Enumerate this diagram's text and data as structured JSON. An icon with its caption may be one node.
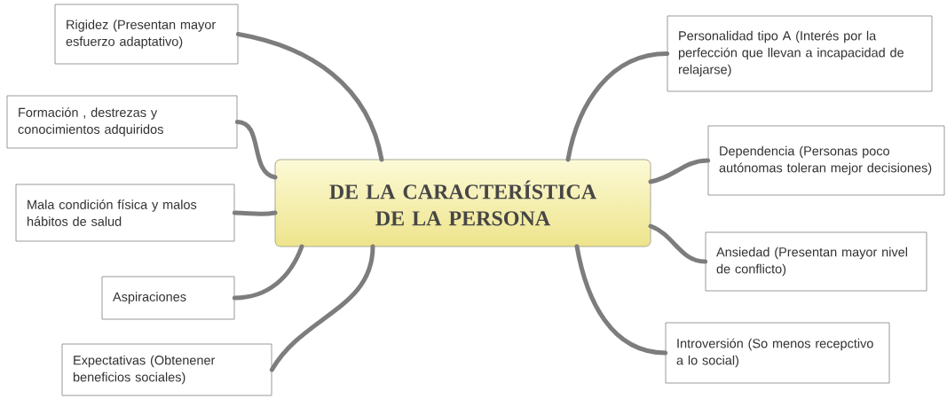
{
  "diagram": {
    "nodes": [
      {
        "text": [
          "DE LA CARACTERÍSTICA DE LA PERSONA"
        ]
      },
      {
        "text": [
          "Rigidez (Presentan mayor esfuerzo adaptativo)"
        ]
      },
      {
        "text": [
          "Formación , destrezas y conocimientos adquiridos"
        ]
      },
      {
        "text": [
          "Mala condición física y malos hábitos de salud"
        ]
      },
      {
        "text": [
          "Aspiraciones"
        ]
      },
      {
        "text": [
          "Expectativas (Obtenener beneficios sociales)"
        ]
      },
      {
        "text": [
          "Personalidad tipo A (Interés por la perfección que llevan a incapacidad de relajarse)"
        ]
      },
      {
        "text": [
          "Dependencia (Personas poco autónomas toleran mejor decisiones)"
        ]
      },
      {
        "text": [
          "Ansiedad (Presentan mayor nivel de conflicto)"
        ]
      },
      {
        "text": [
          "Introversión (So menos recepctivo a lo social)"
        ]
      }
    ],
    "edges": [
      {
        "from": 0,
        "to": 1,
        "arrow": "none"
      },
      {
        "from": 0,
        "to": 2,
        "arrow": "none"
      },
      {
        "from": 0,
        "to": 3,
        "arrow": "none"
      },
      {
        "from": 0,
        "to": 4,
        "arrow": "none"
      },
      {
        "from": 0,
        "to": 5,
        "arrow": "none"
      },
      {
        "from": 0,
        "to": 6,
        "arrow": "none"
      },
      {
        "from": 0,
        "to": 7,
        "arrow": "none"
      },
      {
        "from": 0,
        "to": 8,
        "arrow": "none"
      },
      {
        "from": 0,
        "to": 9,
        "arrow": "none"
      }
    ]
  }
}
